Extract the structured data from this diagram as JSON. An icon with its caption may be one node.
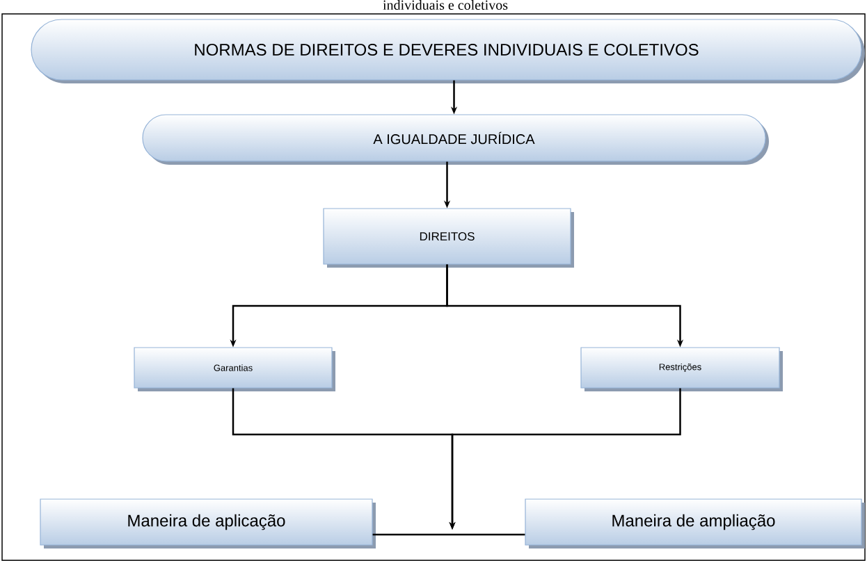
{
  "diagram": {
    "nodes": [
      {
        "text": [
          "NORMAS DE DIREITOS E DEVERES INDIVIDUAIS E COLETIVOS"
        ]
      },
      {
        "text": [
          "A IGUALDADE JURÍDICA"
        ]
      },
      {
        "text": [
          "DIREITOS"
        ]
      },
      {
        "text": [
          "Garantias"
        ]
      },
      {
        "text": [
          "Restrições"
        ]
      },
      {
        "text": [
          "Maneira de aplicação"
        ]
      },
      {
        "text": [
          "Maneira de ampliação"
        ]
      }
    ],
    "edges": [
      {
        "from": 0,
        "to": 1,
        "arrow": "to"
      },
      {
        "from": 1,
        "to": 2,
        "arrow": "to"
      },
      {
        "from": 2,
        "to": 3,
        "arrow": "to"
      },
      {
        "from": 2,
        "to": 4,
        "arrow": "to"
      },
      {
        "from": 3,
        "to": null,
        "arrow": "to"
      },
      {
        "from": 4,
        "to": null,
        "arrow": "to"
      },
      {
        "from": 5,
        "to": 6,
        "arrow": "none"
      }
    ],
    "labels": [
      "individuais e coletivos"
    ]
  }
}
